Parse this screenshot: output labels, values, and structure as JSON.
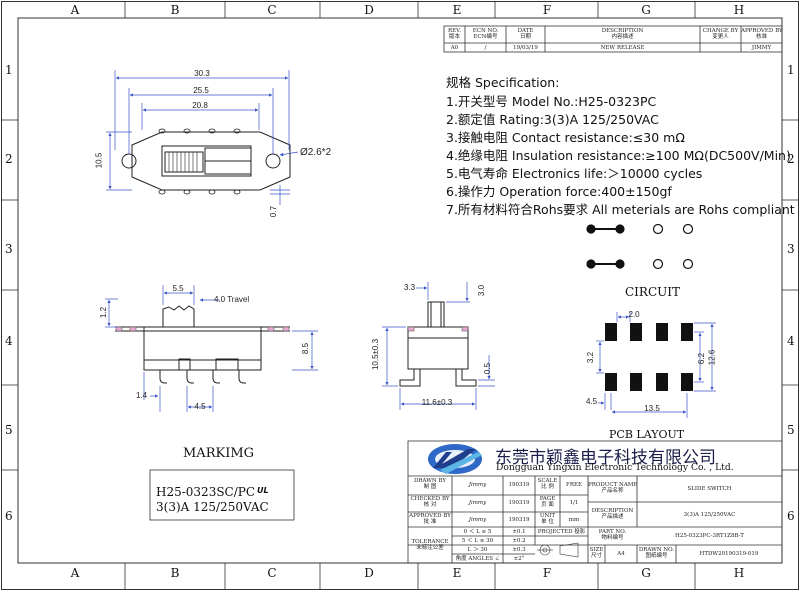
{
  "zones": {
    "columns": [
      "A",
      "B",
      "C",
      "D",
      "E",
      "F",
      "G",
      "H"
    ],
    "rows": [
      "1",
      "2",
      "3",
      "4",
      "5",
      "6"
    ]
  },
  "revision_table": {
    "headers": [
      {
        "en": "REV.",
        "cn": "版本"
      },
      {
        "en": "ECN NO.",
        "cn": "ECN编号"
      },
      {
        "en": "DATE",
        "cn": "日期"
      },
      {
        "en": "DESCRIPTION",
        "cn": "内容描述"
      },
      {
        "en": "CHANGE BY",
        "cn": "变更人"
      },
      {
        "en": "APPROVED BY",
        "cn": "核准"
      }
    ],
    "row": {
      "rev": "A0",
      "ecn": "/",
      "date": "19/03/19",
      "description": "NEW RELEASE",
      "change_by": "",
      "approved_by": "JIMMY"
    }
  },
  "specification": {
    "title": "规格 Specification:",
    "items": [
      "1.开关型号 Model No.:H25-0323PC",
      "2.额定值 Rating:3(3)A  125/250VAC",
      "3.接触电阻 Contact resistance:≤30 mΩ",
      "4.绝缘电阻 Insulation resistance:≥100 MΩ(DC500V/Min)",
      "5.电气寿命 Electronics life:＞10000 cycles",
      "6.操作力 Operation force:400±150gf",
      "7.所有材料符合Rohs要求 All meterials are Rohs compliant"
    ]
  },
  "top_view": {
    "dims": {
      "overall": "30.3",
      "hole_span": "25.5",
      "pin_span": "20.8",
      "height": "10.5",
      "hole": "Ø2.6*2",
      "offset": "0.7"
    }
  },
  "front_view": {
    "dims": {
      "knob_width": "5.5",
      "travel": "4.0 Travel",
      "knob_height": "1.2",
      "body_height": "8.5",
      "pin_offset": "1.4",
      "pitch": "4.5"
    }
  },
  "side_view": {
    "dims": {
      "knob_left": "3.3",
      "knob_height": "3.0",
      "total_height": "10.5±0.3",
      "foot": "0.5",
      "width": "11.6±0.3"
    }
  },
  "circuit": {
    "label": "CIRCUIT"
  },
  "pcb_layout": {
    "label": "PCB LAYOUT",
    "dims": {
      "pitch": "2.0",
      "inner": "3.2",
      "row_span": "6.2",
      "outer": "12.6",
      "edge": "4.5",
      "length": "13.5"
    }
  },
  "marking": {
    "title": "MARKIMG",
    "line1": "H25-0323SC/PC",
    "line2": "3(3)A  125/250VAC",
    "cert_mark": "UL"
  },
  "title_block": {
    "company_cn": "东莞市颖鑫电子科技有限公司",
    "company_en": "Dongguan Yingxin Electronic Technology Co. , Ltd.",
    "drawn_by": {
      "en": "DRAWN BY",
      "cn": "制    图",
      "sign": "Jimmy",
      "date": "190319"
    },
    "checked_by": {
      "en": "CHECKED BY",
      "cn": "核    对",
      "sign": "Jimmy",
      "date": "190319"
    },
    "approved_by": {
      "en": "APPROVED BY",
      "cn": "批    准",
      "sign": "Jimmy",
      "date": "190319"
    },
    "scale": {
      "en": "SCALE",
      "cn": "比  例",
      "value": "FREE"
    },
    "page": {
      "en": "PAGE",
      "cn": "页  面",
      "value": "1/1"
    },
    "unit": {
      "en": "UNIT",
      "cn": "单  位",
      "value": "mm"
    },
    "product_name": {
      "en": "PRODUCT NAME",
      "cn": "产品名称",
      "value": "SLIDE SWITCH"
    },
    "description": {
      "en": "DESCRIPTION",
      "cn": "产品描述",
      "value": "3(3)A  125/250VAC"
    },
    "part_no": {
      "en": "PART NO.",
      "cn": "物料编号",
      "value": "H25-0323PC-3RT1Z8B-T"
    },
    "size": {
      "en": "SIZE",
      "cn": "尺寸",
      "value": "A4"
    },
    "drawing_no": {
      "en": "DRAWN NO.",
      "cn": "图纸编号",
      "value": "HTDW20190319-019"
    },
    "tolerance": {
      "en": "TOLERANCE",
      "cn": "未标注公差",
      "rows": [
        {
          "range": "0  ＜  L  ≤  5",
          "value": "±0.1"
        },
        {
          "range": "5  ＜  L  ≤  30",
          "value": "±0.2"
        },
        {
          "range": "L  ＞  30",
          "value": "±0.3"
        },
        {
          "range": "角度 ANGLES ∠",
          "value": "±2°"
        }
      ]
    },
    "projected": "PROJECTED 投影"
  }
}
